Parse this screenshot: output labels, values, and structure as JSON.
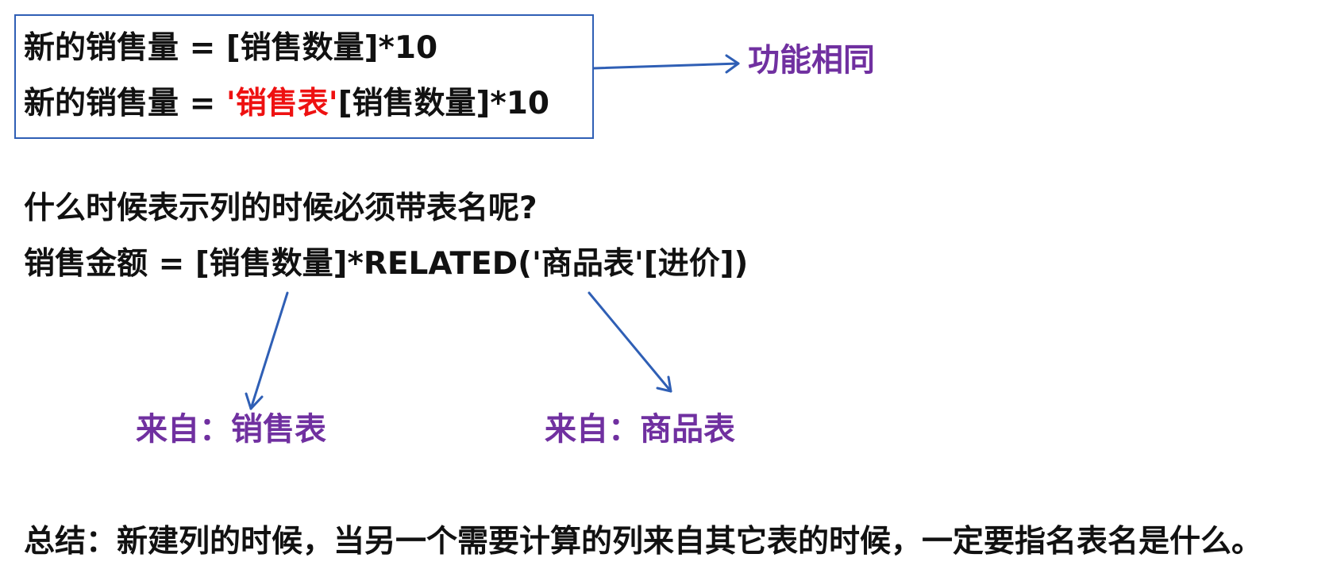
{
  "box": {
    "line1": "新的销售量 = [销售数量]*10",
    "line2_prefix": "新的销售量 = ",
    "line2_table": "'销售表'",
    "line2_suffix": "[销售数量]*10"
  },
  "annotation_same": "功能相同",
  "question": "什么时候表示列的时候必须带表名呢?",
  "amount_formula": "销售金额 = [销售数量]*RELATED('商品表'[进价])",
  "from_sales": "来自：销售表",
  "from_product": "来自：商品表",
  "summary": "总结：新建列的时候，当另一个需要计算的列来自其它表的时候，一定要指名表名是什么。",
  "colors": {
    "arrow": "#2f5fb5",
    "annotation": "#7030a0",
    "table_highlight": "#ee1111",
    "text": "#111111"
  }
}
